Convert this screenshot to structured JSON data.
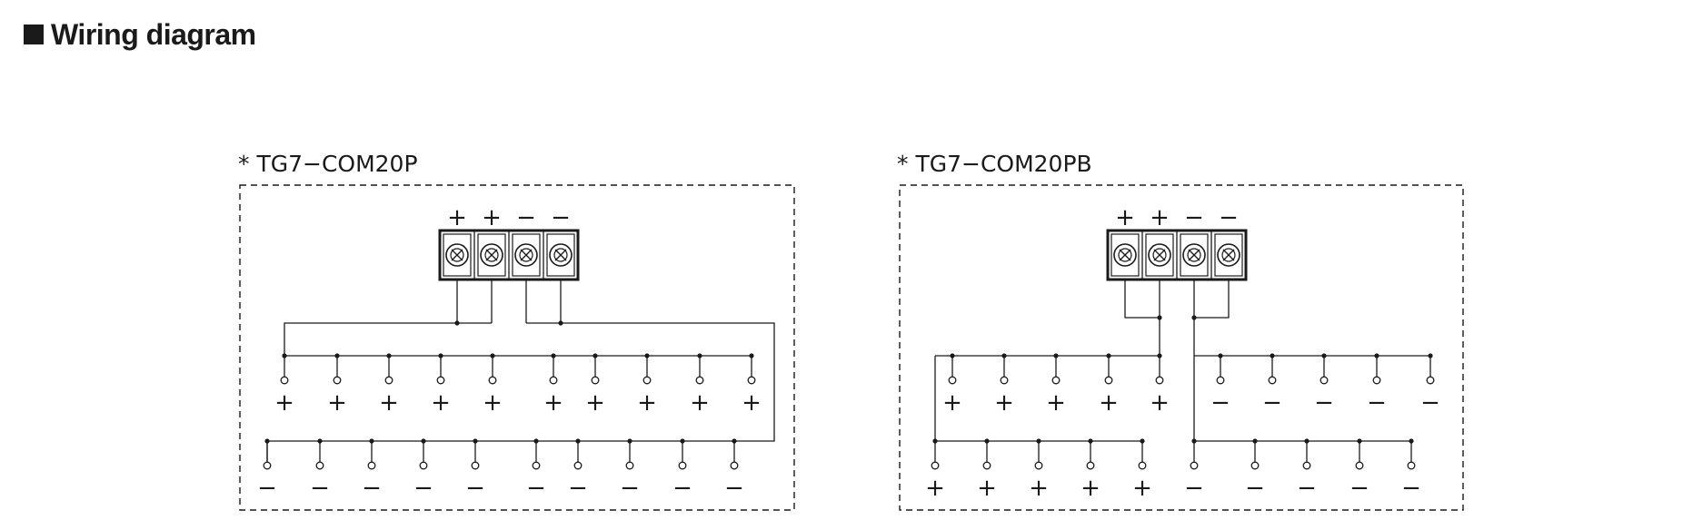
{
  "header": {
    "title": "Wiring diagram"
  },
  "panels": [
    {
      "title": "* TG7−COM20P",
      "terminal_signs": [
        "+",
        "+",
        "−",
        "−"
      ]
    },
    {
      "title": "* TG7−COM20PB",
      "terminal_signs": [
        "+",
        "+",
        "−",
        "−"
      ]
    }
  ],
  "panel1": {
    "row1_sign": "+",
    "row2_sign": "−"
  },
  "panel2": {
    "row1_left_sign": "+",
    "row1_right_sign": "−",
    "row2_left_sign": "+",
    "row2_right_sign": "−"
  }
}
